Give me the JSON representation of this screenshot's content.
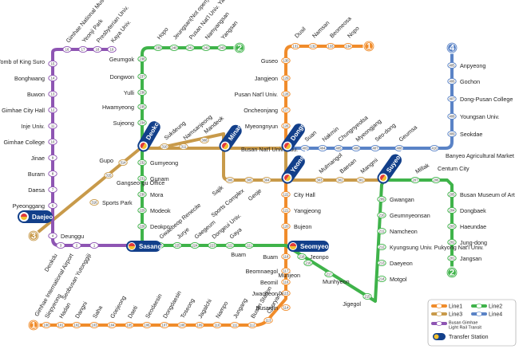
{
  "colors": {
    "line1": "#f08c2b",
    "line2": "#3fb34a",
    "line3": "#c89a4a",
    "line4": "#5a83c6",
    "bgl": "#8e55b3",
    "transfer": "#123f8a"
  },
  "transfers": [
    {
      "id": "daejeo",
      "name": "Daejeo"
    },
    {
      "id": "deokcheon",
      "name": "Deokcheon"
    },
    {
      "id": "minam",
      "name": "Minam"
    },
    {
      "id": "dongnae",
      "name": "Dongnae"
    },
    {
      "id": "yeonsan",
      "name": "Yeonsan"
    },
    {
      "id": "suyeong",
      "name": "Suyeong"
    },
    {
      "id": "sasang",
      "name": "Sasang"
    },
    {
      "id": "seomyeon",
      "name": "Seomyeon"
    }
  ],
  "terminals": {
    "line1_north": "1",
    "line1_south": "1",
    "line2_north": "2",
    "line2_south": "2",
    "line3_west": "3",
    "line4_north": "4"
  },
  "line1": {
    "stations": [
      {
        "name": "Dusil",
        "code": "131"
      },
      {
        "name": "Namsan",
        "code": "132"
      },
      {
        "name": "Beomeosa",
        "code": "133"
      },
      {
        "name": "Nopo",
        "code": "134"
      },
      {
        "name": "Guseo",
        "code": "130"
      },
      {
        "name": "Jangjeon",
        "code": "129"
      },
      {
        "name": "Pusan Nat'l Univ.",
        "code": "128"
      },
      {
        "name": "Oncheonjang",
        "code": "127"
      },
      {
        "name": "Myeongnyun",
        "code": "126"
      },
      {
        "name": "City Hall",
        "code": "122"
      },
      {
        "name": "Yangjeong",
        "code": "121"
      },
      {
        "name": "Bujeon",
        "code": "120"
      },
      {
        "name": "Buam",
        "code": "118"
      },
      {
        "name": "Beomnaegol",
        "code": "117"
      },
      {
        "name": "Beomil",
        "code": "116"
      },
      {
        "name": "Jwacheon",
        "code": "115"
      },
      {
        "name": "Busanjin",
        "code": "114"
      },
      {
        "name": "Choryang",
        "code": "113"
      },
      {
        "name": "Busan Station",
        "code": "112"
      },
      {
        "name": "Jungang",
        "code": "111"
      },
      {
        "name": "Nampo",
        "code": "110"
      },
      {
        "name": "Jagalchi",
        "code": "109"
      },
      {
        "name": "Toseong",
        "code": "108"
      },
      {
        "name": "Dongdaesin",
        "code": "107"
      },
      {
        "name": "Seodaesin",
        "code": "106"
      },
      {
        "name": "Daeti",
        "code": "105"
      },
      {
        "name": "Goejeong",
        "code": "104"
      },
      {
        "name": "Saha",
        "code": "103"
      },
      {
        "name": "Dangni",
        "code": "102"
      },
      {
        "name": "Hadan",
        "code": "101"
      },
      {
        "name": "Sinpyeong",
        "code": "100"
      }
    ]
  },
  "line2": {
    "stations": [
      {
        "name": "Hopo",
        "code": "239"
      },
      {
        "name": "Jeungsan(Not open)",
        "code": "240"
      },
      {
        "name": "Pusan Nat'l Univ. Yangsan Campus",
        "code": "241"
      },
      {
        "name": "Namyangsan",
        "code": "242"
      },
      {
        "name": "Yangsan",
        "code": "243"
      },
      {
        "name": "Geumgok",
        "code": "238"
      },
      {
        "name": "Dongwon",
        "code": "237"
      },
      {
        "name": "Yulli",
        "code": "236"
      },
      {
        "name": "Hwamyeong",
        "code": "235"
      },
      {
        "name": "Sujeong",
        "code": "234"
      },
      {
        "name": "Gumyeong",
        "code": "232"
      },
      {
        "name": "Gunam",
        "code": "231"
      },
      {
        "name": "Mora",
        "code": "230"
      },
      {
        "name": "Modeok",
        "code": "229"
      },
      {
        "name": "Deokpo",
        "code": "228"
      },
      {
        "name": "Gwaebeop Renecite",
        "code": "226"
      },
      {
        "name": "Jurye",
        "code": "225"
      },
      {
        "name": "Gaegeum",
        "code": "224"
      },
      {
        "name": "Dongeui Univ.",
        "code": "223"
      },
      {
        "name": "Gaya",
        "code": "222"
      },
      {
        "name": "Buam",
        "code": "221"
      },
      {
        "name": "Jeonpo",
        "code": "218"
      },
      {
        "name": "Munhyeon",
        "code": "217"
      },
      {
        "name": "Munjeon",
        "code": "216"
      },
      {
        "name": "Jigegol",
        "code": "215"
      },
      {
        "name": "Motgol",
        "code": "214"
      },
      {
        "name": "Daeyeon",
        "code": "213"
      },
      {
        "name": "Kyungsung Univ. Pukyong Nat'l Univ.",
        "code": "212"
      },
      {
        "name": "Namcheon",
        "code": "211"
      },
      {
        "name": "Geumnyeonsan",
        "code": "210"
      },
      {
        "name": "Gwangan",
        "code": "209"
      },
      {
        "name": "Millak",
        "code": "207"
      },
      {
        "name": "Centum City",
        "code": "206"
      },
      {
        "name": "Busan Museum of Art",
        "code": "205"
      },
      {
        "name": "Dongbaek",
        "code": "204"
      },
      {
        "name": "Haeundae",
        "code": "203"
      },
      {
        "name": "Jung-dong",
        "code": "202"
      },
      {
        "name": "Jangsan",
        "code": "201"
      }
    ]
  },
  "line3": {
    "stations": [
      {
        "name": "Gupo",
        "code": "314"
      },
      {
        "name": "Gangseo-gu Office",
        "code": "315"
      },
      {
        "name": "Sports Park",
        "code": "316"
      },
      {
        "name": "Sukdeung",
        "code": "310"
      },
      {
        "name": "Namsanjeong",
        "code": "311"
      },
      {
        "name": "Mandeok",
        "code": "308"
      },
      {
        "name": "Busan Nat'l Univ. Edu.",
        "code": "307"
      },
      {
        "name": "Sajik",
        "code": "306"
      },
      {
        "name": "Sports Complex",
        "code": "305"
      },
      {
        "name": "Geoje",
        "code": "304"
      },
      {
        "name": "Mulmangol",
        "code": "303"
      },
      {
        "name": "Baesan",
        "code": "302"
      },
      {
        "name": "Mangmi",
        "code": "301"
      }
    ]
  },
  "line4": {
    "stations": [
      {
        "name": "Anpyeong",
        "code": "405"
      },
      {
        "name": "Gochon",
        "code": "406"
      },
      {
        "name": "Dong-Pusan College",
        "code": "407"
      },
      {
        "name": "Youngsan Univ.",
        "code": "408"
      },
      {
        "name": "Seokdae",
        "code": "409"
      },
      {
        "name": "Banyeo Agricultural Market",
        "code": "410"
      },
      {
        "name": "Suan",
        "code": "403"
      },
      {
        "name": "Nakmin",
        "code": "404"
      },
      {
        "name": "Chungnyeolsa",
        "code": "405"
      },
      {
        "name": "Myeongjang",
        "code": "406"
      },
      {
        "name": "Seo-dong",
        "code": "407"
      },
      {
        "name": "Geumsa",
        "code": "408"
      }
    ]
  },
  "bgl": {
    "stations": [
      {
        "name": "Gimhae National Museum",
        "code": "16"
      },
      {
        "name": "Yeonji Park",
        "code": "17"
      },
      {
        "name": "Presbyterian Univ.",
        "code": "18"
      },
      {
        "name": "Kaya Univ.",
        "code": "19"
      },
      {
        "name": "Royal Tomb of King Suro",
        "code": "15"
      },
      {
        "name": "Bonghwang",
        "code": "14"
      },
      {
        "name": "Buwon",
        "code": "13"
      },
      {
        "name": "Gimhae City Hall",
        "code": "12"
      },
      {
        "name": "Inje Univ.",
        "code": "11"
      },
      {
        "name": "Gimhae College",
        "code": "10"
      },
      {
        "name": "Jinae",
        "code": "9"
      },
      {
        "name": "Buram",
        "code": "8"
      },
      {
        "name": "Daesa",
        "code": "7"
      },
      {
        "name": "Pyeonggang",
        "code": "6"
      },
      {
        "name": "Deunggu",
        "code": "4"
      },
      {
        "name": "Deokdu",
        "code": "3"
      },
      {
        "name": "Gimhae International Airport",
        "code": "2"
      },
      {
        "name": "Seobusan Yutonggiji",
        "code": "1"
      }
    ]
  },
  "legend": {
    "line1": "Line1",
    "line2": "Line2",
    "line3": "Line3",
    "line4": "Line4",
    "bgl": "Busan Gimhae Light Rail Transit",
    "transfer": "Transfer Station"
  }
}
